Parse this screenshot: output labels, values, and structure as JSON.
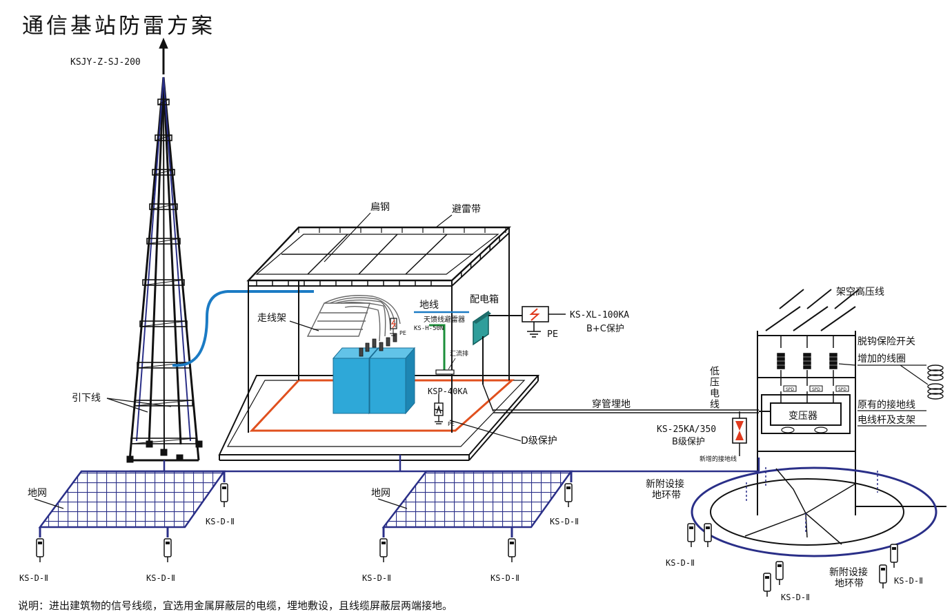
{
  "title": "通信基站防雷方案",
  "note": "说明：进出建筑物的信号线缆，宜选用金属屏蔽层的电缆，埋地敷设，且线缆屏蔽层两端接地。",
  "tower": {
    "model": "KSJY-Z-SJ-200",
    "down_conductor": "引下线"
  },
  "building": {
    "flat_steel": "扁钢",
    "lightning_strip": "避雷带",
    "cable_tray": "走线架",
    "ground_wire": "地线",
    "feeder_arrester": "天馈线避雷器",
    "feeder_model": "KS-H-50N",
    "pe_small_1": "PE",
    "busbar": "汇流排",
    "ksp_model": "KSP-40KA",
    "pe_small_2": "PE",
    "d_protection": "D级保护"
  },
  "distribution": {
    "box": "配电箱",
    "spd_model": "KS-XL-100KA",
    "protection": "B+C保护",
    "pe": "PE"
  },
  "buried": "穿管埋地",
  "low_voltage_line": "低压电线",
  "b_spd": {
    "model": "KS-25KA/350",
    "level": "B级保护"
  },
  "new_ground_line": "新增的接地线",
  "substation": {
    "overhead_line": "架空高压线",
    "fuse_switch": "脱钩保险开关",
    "added_coil": "增加的线圈",
    "original_ground": "原有的接地线",
    "pole": "电线杆及支架",
    "transformer": "变压器",
    "spd_tags": [
      "SPD",
      "SPD",
      "SPD"
    ]
  },
  "ground_ring_1": "新附设接地环带",
  "ground_ring_2": "新附设接地环带",
  "ground_grid_1": "地网",
  "ground_grid_2": "地网",
  "rod_label": "KS-D-Ⅱ",
  "colors": {
    "grid": "#2a2f88",
    "equipment": "#2ea8d8",
    "cable": "#1b7bc4",
    "ground_loop": "#e0501e",
    "spd_red": "#e03a1e"
  }
}
